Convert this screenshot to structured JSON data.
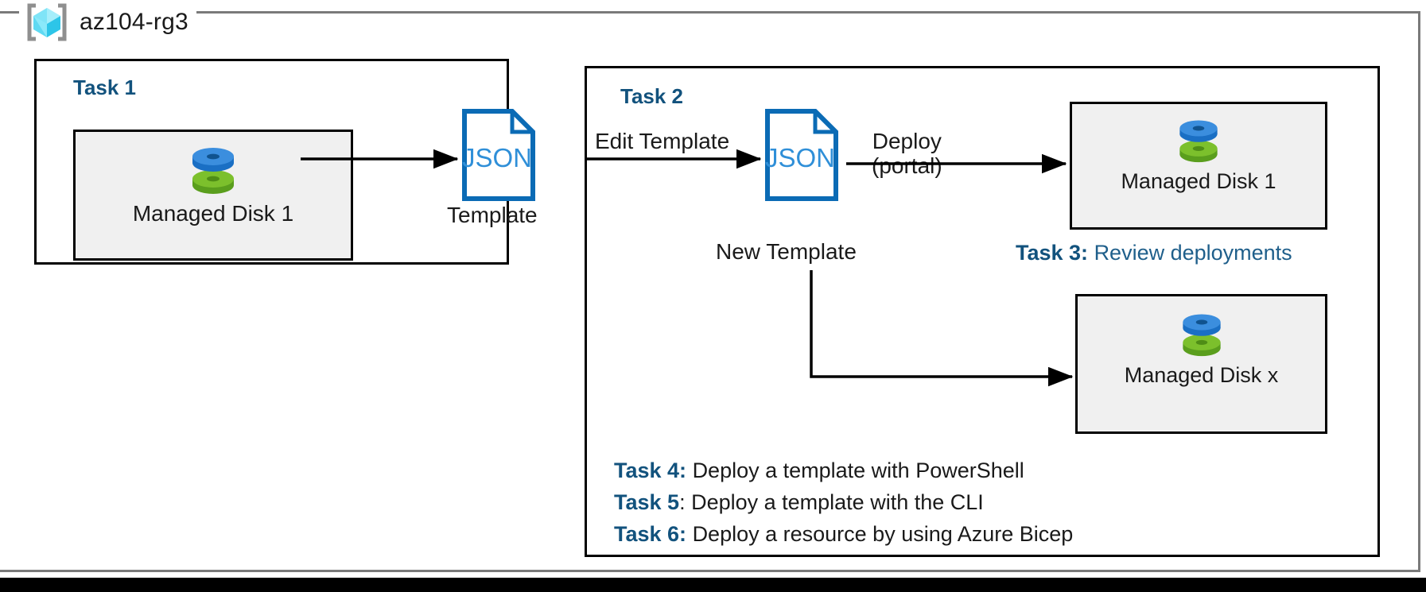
{
  "window": {
    "resource_group": {
      "name": "az104-rg3",
      "icon": "resource-group-cube-icon"
    }
  },
  "colors": {
    "task_heading_blue": "#12527d",
    "task_body_blue": "#1f5f8b",
    "json_doc_blue": "#0b6bb5",
    "tile_fill": "#f0f0f0",
    "stroke_black": "#000000",
    "disk_top_blue": "#3b8ede",
    "disk_bottom_green": "#72ba2a",
    "cube_cyan": "#45d6f5",
    "bracket_gray": "#8f8f8f",
    "outer_frame_gray": "#7a7a7a"
  },
  "task1": {
    "heading": "Task 1",
    "disk": {
      "label": "Managed Disk 1",
      "icon": "managed-disk-icon"
    },
    "template": {
      "doc_text": "JSON",
      "caption": "Template",
      "icon": "json-document-icon"
    }
  },
  "task2": {
    "heading": "Task 2",
    "edit_label": "Edit Template",
    "new_template": {
      "doc_text": "JSON",
      "caption": "New Template",
      "icon": "json-document-icon"
    },
    "deploy_label_line1": "Deploy",
    "deploy_label_line2": "(portal)",
    "disk_portal": {
      "label": "Managed Disk 1",
      "icon": "managed-disk-icon"
    },
    "disk_other": {
      "label": "Managed Disk x",
      "icon": "managed-disk-icon"
    }
  },
  "task3": {
    "key": "Task 3:",
    "text": "Review deployments"
  },
  "notes": [
    {
      "key": "Task 4:",
      "text": "Deploy a template with PowerShell"
    },
    {
      "key": "Task 5",
      "sep": ": ",
      "text": "Deploy a template with the CLI"
    },
    {
      "key": "Task 6:",
      "text": "Deploy a resource by using Azure Bicep"
    }
  ]
}
